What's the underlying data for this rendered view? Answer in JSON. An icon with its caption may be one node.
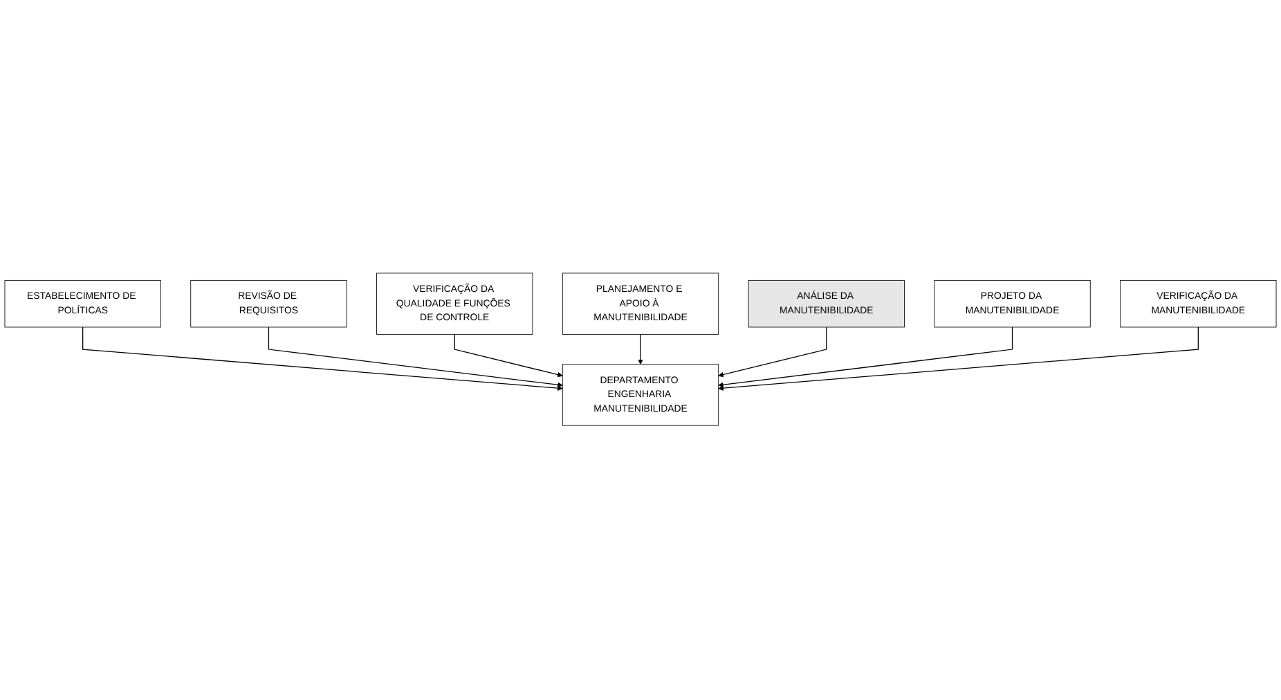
{
  "diagram": {
    "nodes": [
      {
        "text": [
          "ESTABELECIMENTO DE POLÍTICAS"
        ]
      },
      {
        "text": [
          "REVISÃO DE REQUISITOS"
        ]
      },
      {
        "text": [
          "VERIFICAÇÃO DA QUALIDADE E FUNÇÕES DE CONTROLE"
        ]
      },
      {
        "text": [
          "PLANEJAMENTO E APOIO À MANUTENIBILIDADE"
        ]
      },
      {
        "text": [
          "DEPARTAMENTO ENGENHARIA MANUTENIBILIDADE"
        ]
      },
      {
        "text": [
          "ANÁLISE DA MANUTENIBILIDADE"
        ]
      },
      {
        "text": [
          "PROJETO DA MANUTENIBILIDADE"
        ]
      },
      {
        "text": [
          "VERIFICAÇÃO DA MANUTENIBILIDADE"
        ]
      }
    ],
    "edges": [
      {
        "from": 0,
        "to": 4,
        "arrow": "to"
      },
      {
        "from": 1,
        "to": 4,
        "arrow": "to"
      },
      {
        "from": 2,
        "to": 4,
        "arrow": "to"
      },
      {
        "from": 3,
        "to": 4,
        "arrow": "to"
      },
      {
        "from": 5,
        "to": 4,
        "arrow": "to"
      },
      {
        "from": 6,
        "to": 4,
        "arrow": "to"
      },
      {
        "from": 7,
        "to": 4,
        "arrow": "to"
      }
    ]
  }
}
